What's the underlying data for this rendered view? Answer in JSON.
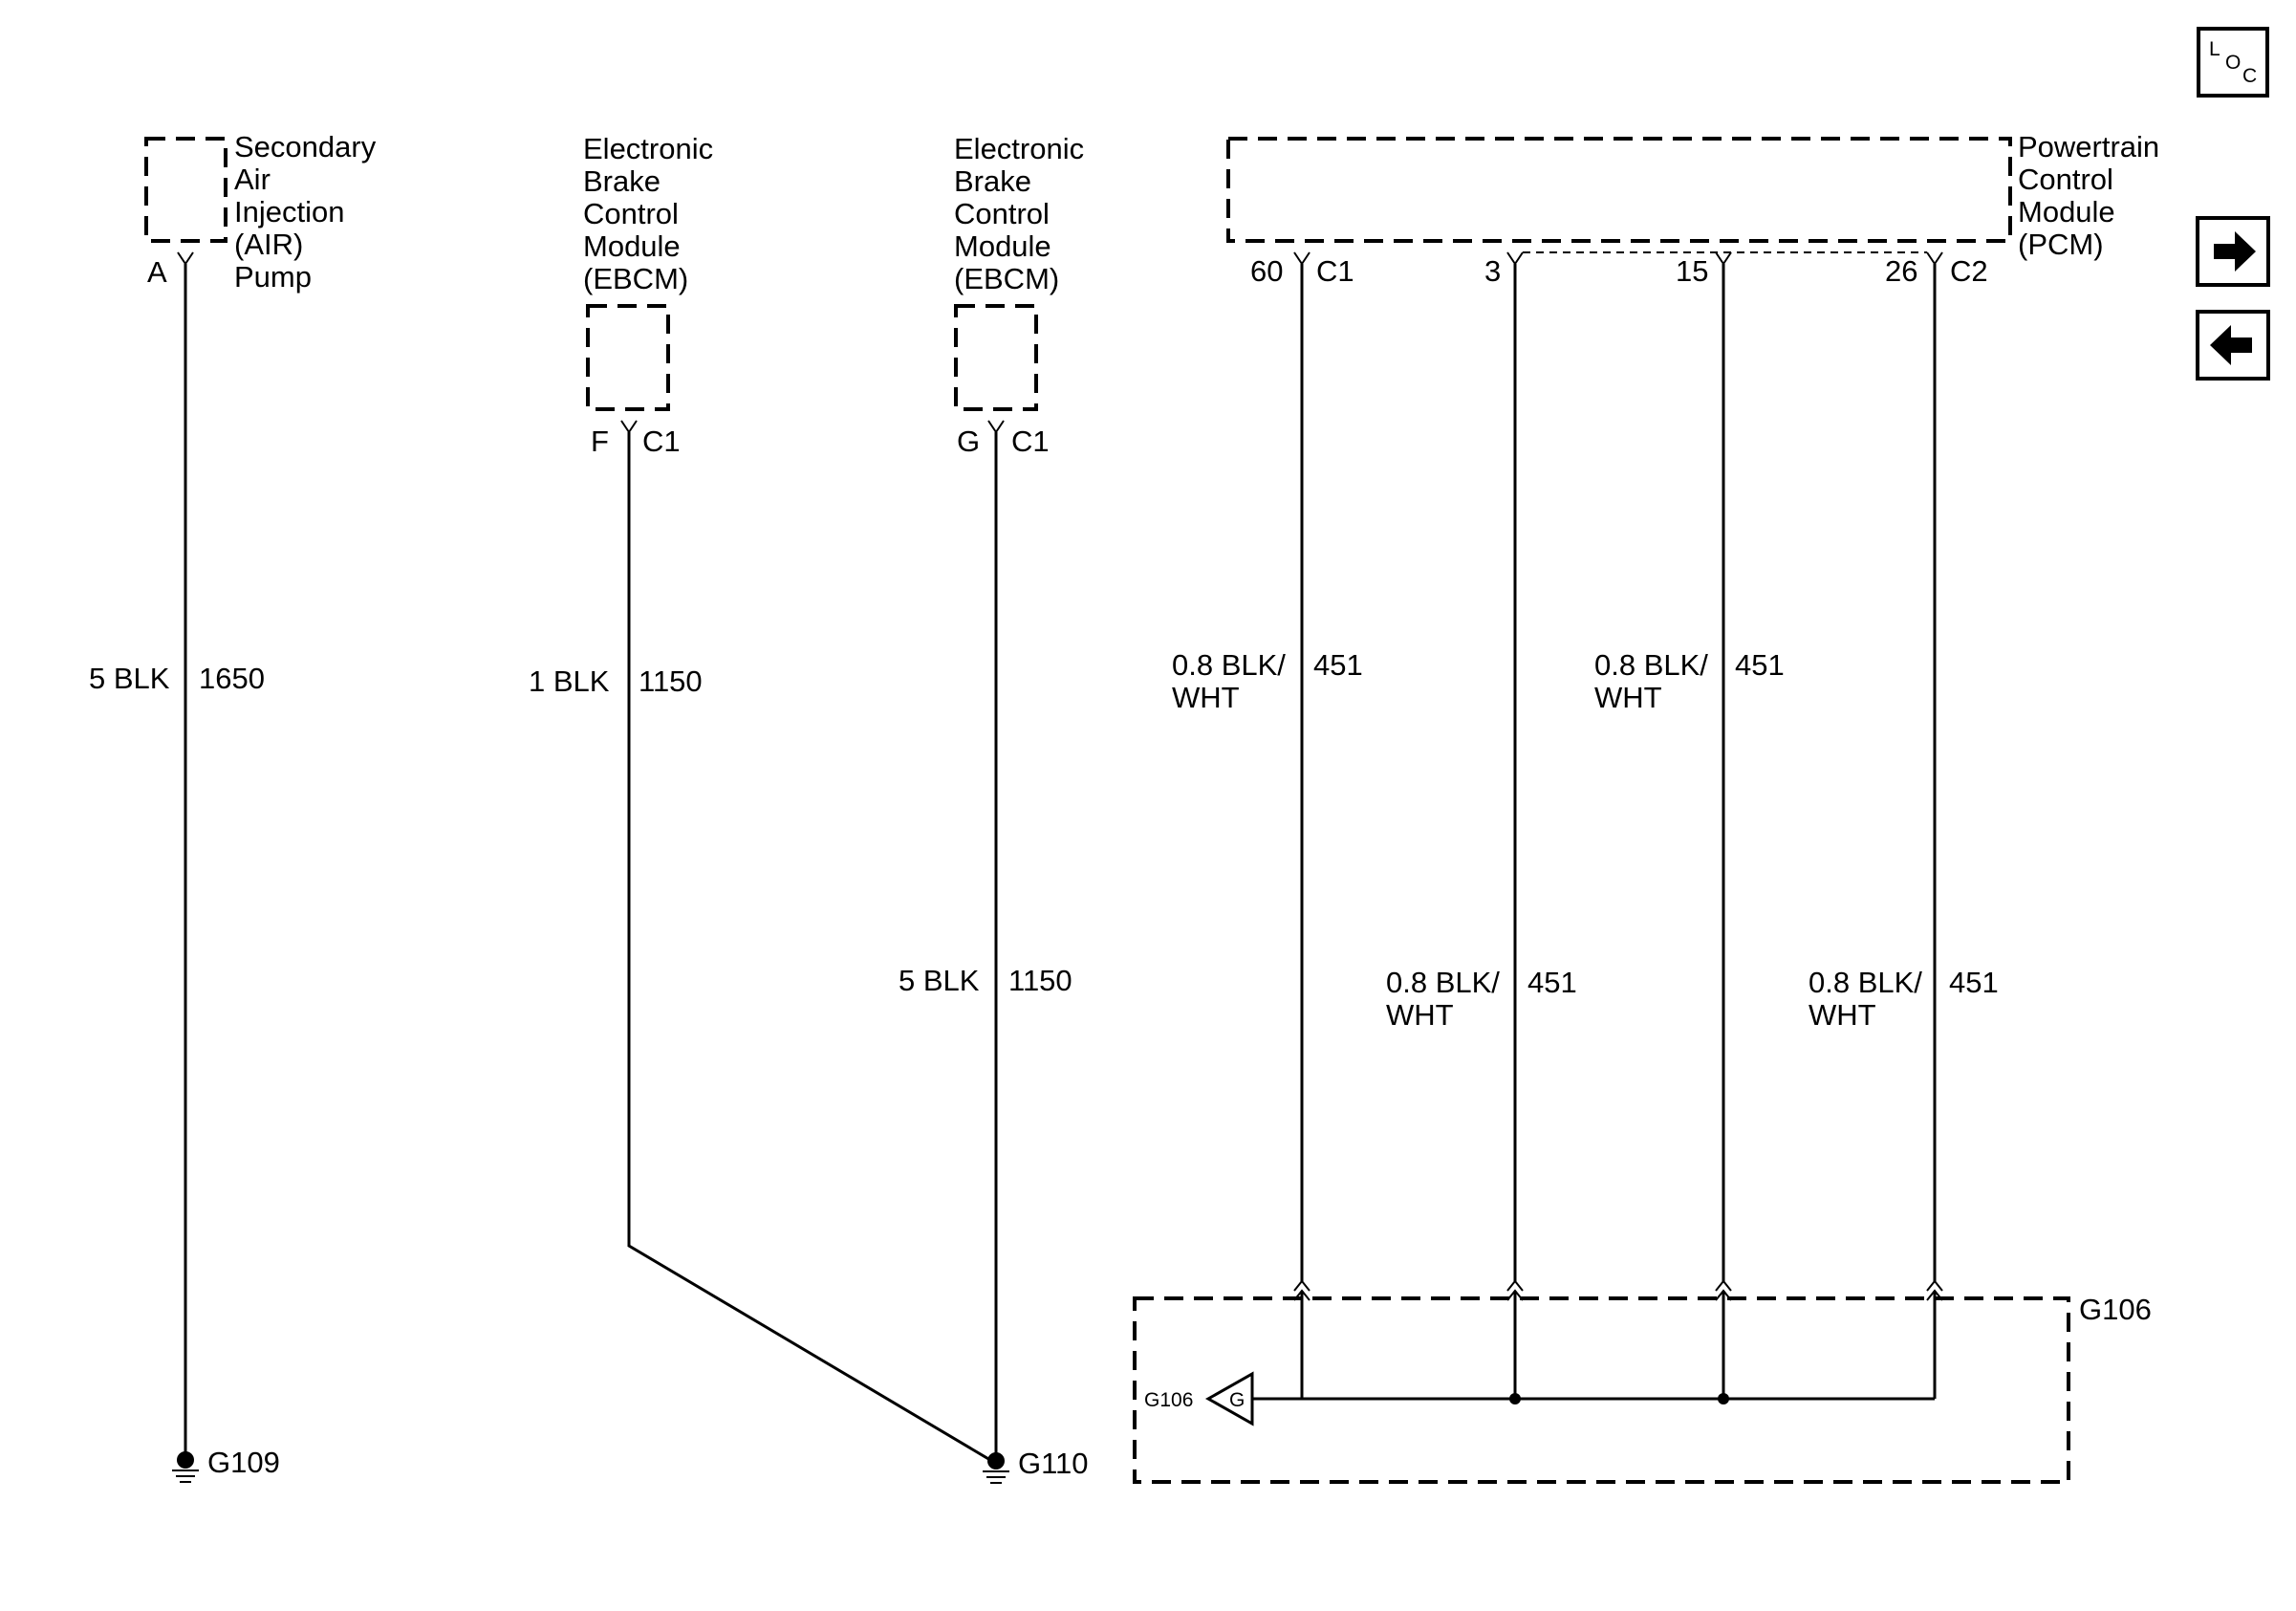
{
  "nav": {
    "loc_letters": [
      "L",
      "O",
      "C"
    ],
    "next_icon": "arrow-right-icon",
    "prev_icon": "arrow-left-icon"
  },
  "components": {
    "air_pump": {
      "lines": [
        "Secondary",
        "Air",
        "Injection",
        "(AIR)",
        "Pump"
      ],
      "pin": "A"
    },
    "ebcm_1": {
      "lines": [
        "Electronic",
        "Brake",
        "Control",
        "Module",
        "(EBCM)"
      ],
      "pin": "F",
      "connector": "C1"
    },
    "ebcm_2": {
      "lines": [
        "Electronic",
        "Brake",
        "Control",
        "Module",
        "(EBCM)"
      ],
      "pin": "G",
      "connector": "C1"
    },
    "pcm": {
      "lines": [
        "Powertrain",
        "Control",
        "Module",
        "(PCM)"
      ],
      "pins": [
        "60",
        "3",
        "15",
        "26"
      ],
      "connectors": [
        "C1",
        "C2"
      ]
    }
  },
  "wires": {
    "air": {
      "gauge_color": "5 BLK",
      "circuit": "1650"
    },
    "ebcm_f": {
      "gauge_color": "1 BLK",
      "circuit": "1150"
    },
    "ebcm_g": {
      "gauge_color": "5 BLK",
      "circuit": "1150"
    },
    "pcm_60": {
      "gauge_color_1": "0.8 BLK/",
      "gauge_color_2": "WHT",
      "circuit": "451"
    },
    "pcm_3": {
      "gauge_color_1": "0.8 BLK/",
      "gauge_color_2": "WHT",
      "circuit": "451"
    },
    "pcm_15": {
      "gauge_color_1": "0.8 BLK/",
      "gauge_color_2": "WHT",
      "circuit": "451"
    },
    "pcm_26": {
      "gauge_color_1": "0.8 BLK/",
      "gauge_color_2": "WHT",
      "circuit": "451"
    }
  },
  "grounds": {
    "g109": "G109",
    "g110": "G110",
    "g106_label": "G106",
    "g106_inner": "G106",
    "g106_symbol": "G"
  }
}
